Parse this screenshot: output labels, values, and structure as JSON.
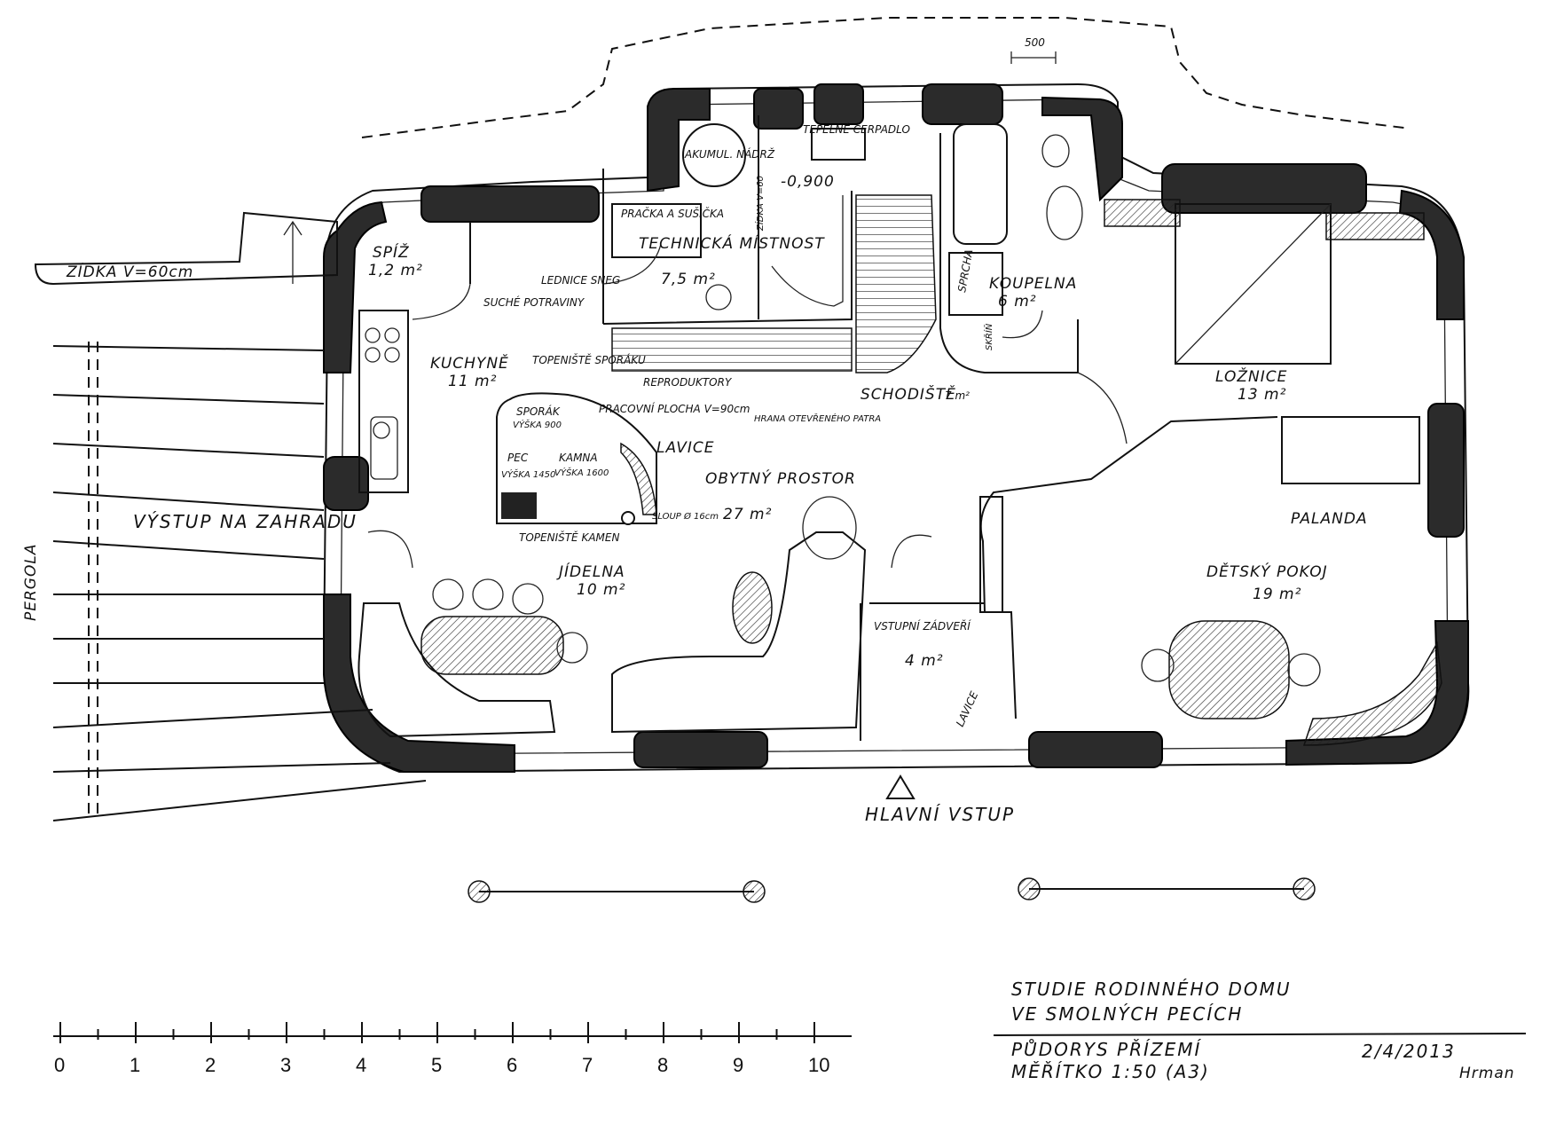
{
  "rooms": {
    "spiz": {
      "name": "SPÍŽ",
      "area": "1,2 m²"
    },
    "kuchyne": {
      "name": "KUCHYNĚ",
      "area": "11 m²"
    },
    "technicka": {
      "name": "TECHNICKÁ MÍSTNOST",
      "area": "7,5 m²"
    },
    "koupelna": {
      "name": "KOUPELNA",
      "area": "6 m²"
    },
    "loznice": {
      "name": "LOŽNICE",
      "area": "13 m²"
    },
    "obytny": {
      "name": "OBYTNÝ PROSTOR",
      "area": "27 m²"
    },
    "jidelna": {
      "name": "JÍDELNA",
      "area": "10 m²"
    },
    "zadveri": {
      "name": "VSTUPNÍ ZÁDVEŘÍ",
      "area": "4 m²"
    },
    "detsky": {
      "name": "DĚTSKÝ POKOJ",
      "area": "19 m²"
    },
    "schodiste": {
      "name": "SCHODIŠTĚ",
      "area": "7 m²"
    }
  },
  "labels": {
    "zidka": "ZÍDKA V=60cm",
    "vystup_zahradu": "VÝSTUP NA ZAHRADU",
    "pergola": "PERGOLA",
    "suche_potraviny": "SUCHÉ POTRAVINY",
    "lednice": "LEDNICE SNEG",
    "akumul": "AKUMUL. NÁDRŽ",
    "pracka": "PRAČKA A SUŠIČKA",
    "tepelne_cerpadlo": "TEPELNÉ ČERPADLO",
    "level": "-0,900",
    "sprcha": "SPRCHA",
    "skrin": "SKŘÍŇ",
    "topeniste_sporaku": "TOPENIŠTĚ SPORÁKU",
    "reproduktory": "REPRODUKTORY",
    "pracovni_plocha": "PRACOVNÍ PLOCHA V=90cm",
    "hrana": "HRANA OTEVŘENÉHO PATRA",
    "sporak": "SPORÁK",
    "sporak_vyska": "VÝŠKA 900",
    "pec": "PEC",
    "pec_vyska": "VÝŠKA 1450",
    "kamna": "KAMNA",
    "kamna_vyska": "VÝŠKA 1600",
    "lavice_1": "LAVICE",
    "sloup": "SLOUP Ø 16cm",
    "topeniste_kamen": "TOPENIŠTĚ KAMEN",
    "palanda": "PALANDA",
    "lavice_2": "LAVICE",
    "hlavni_vstup": "HLAVNÍ VSTUP",
    "dim_500": "500",
    "zidka_side": "ZÍDKA V=60"
  },
  "title_block": {
    "line1": "STUDIE RODINNÉHO DOMU",
    "line2": "VE SMOLNÝCH PECÍCH",
    "line3": "PŮDORYS PŘÍZEMÍ",
    "line4": "MĚŘÍTKO 1:50 (A3)",
    "date": "2/4/2013",
    "signature": "Hrman"
  },
  "scale_bar": {
    "ticks": [
      "0",
      "1",
      "2",
      "3",
      "4",
      "5",
      "6",
      "7",
      "8",
      "9",
      "10"
    ]
  }
}
